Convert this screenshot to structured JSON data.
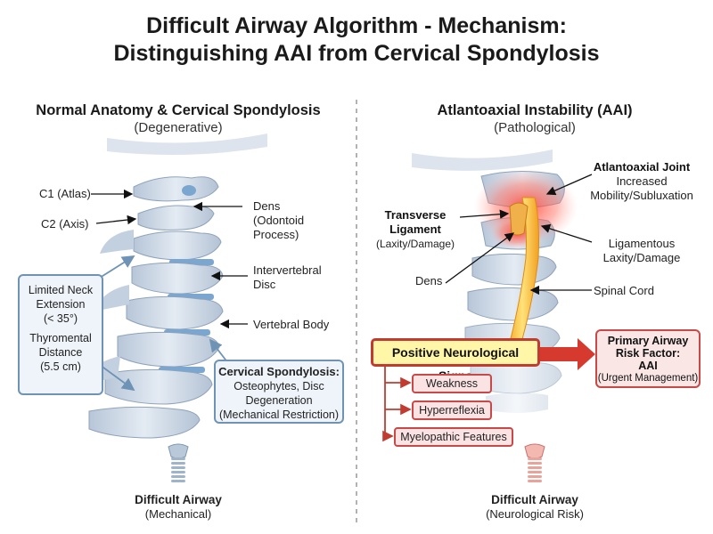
{
  "title": {
    "line1": "Difficult Airway Algorithm - Mechanism:",
    "line2": "Distinguishing AAI from Cervical Spondylosis"
  },
  "left": {
    "title": "Normal Anatomy & Cervical Spondylosis",
    "subtitle": "(Degenerative)",
    "labels": {
      "c1": "C1 (Atlas)",
      "c2": "C2 (Axis)",
      "dens": [
        "Dens",
        "(Odontoid",
        "Process)"
      ],
      "disc": [
        "Intervertebral",
        "Disc"
      ],
      "body": "Vertebral Body"
    },
    "neck_box": [
      "Limited Neck",
      "Extension",
      "(< 35°)",
      "Thyromental",
      "Distance",
      "(5.5 cm)"
    ],
    "spondylosis_box": {
      "title": "Cervical Spondylosis:",
      "lines": [
        "Osteophytes, Disc",
        "Degeneration",
        "(Mechanical Restriction)"
      ]
    },
    "footer": {
      "title": "Difficult Airway",
      "subtitle": "(Mechanical)"
    }
  },
  "right": {
    "title": "Atlantoaxial Instability (AAI)",
    "subtitle": "(Pathological)",
    "labels": {
      "joint_title": "Atlantoaxial Joint",
      "joint_lines": [
        "Increased",
        "Mobility/Subluxation"
      ],
      "transverse_title": [
        "Transverse",
        "Ligament"
      ],
      "transverse_sub": "(Laxity/Damage)",
      "ligamentous": [
        "Ligamentous",
        "Laxity/Damage"
      ],
      "dens": "Dens",
      "cord": "Spinal Cord"
    },
    "neuro_box": "Positive Neurological Signs",
    "signs": [
      "Weakness",
      "Hyperreflexia",
      "Myelopathic Features"
    ],
    "factor_box": {
      "title": [
        "Primary Airway",
        "Risk Factor:",
        "AAI"
      ],
      "sub": "(Urgent Management)"
    },
    "footer": {
      "title": "Difficult Airway",
      "subtitle": "(Neurological Risk)"
    }
  },
  "colors": {
    "bone": "#c9d6e5",
    "disc": "#7aa6cf",
    "red": "#d63a2f",
    "cord": "#f2c230",
    "blue_box_border": "#6f93b5"
  }
}
